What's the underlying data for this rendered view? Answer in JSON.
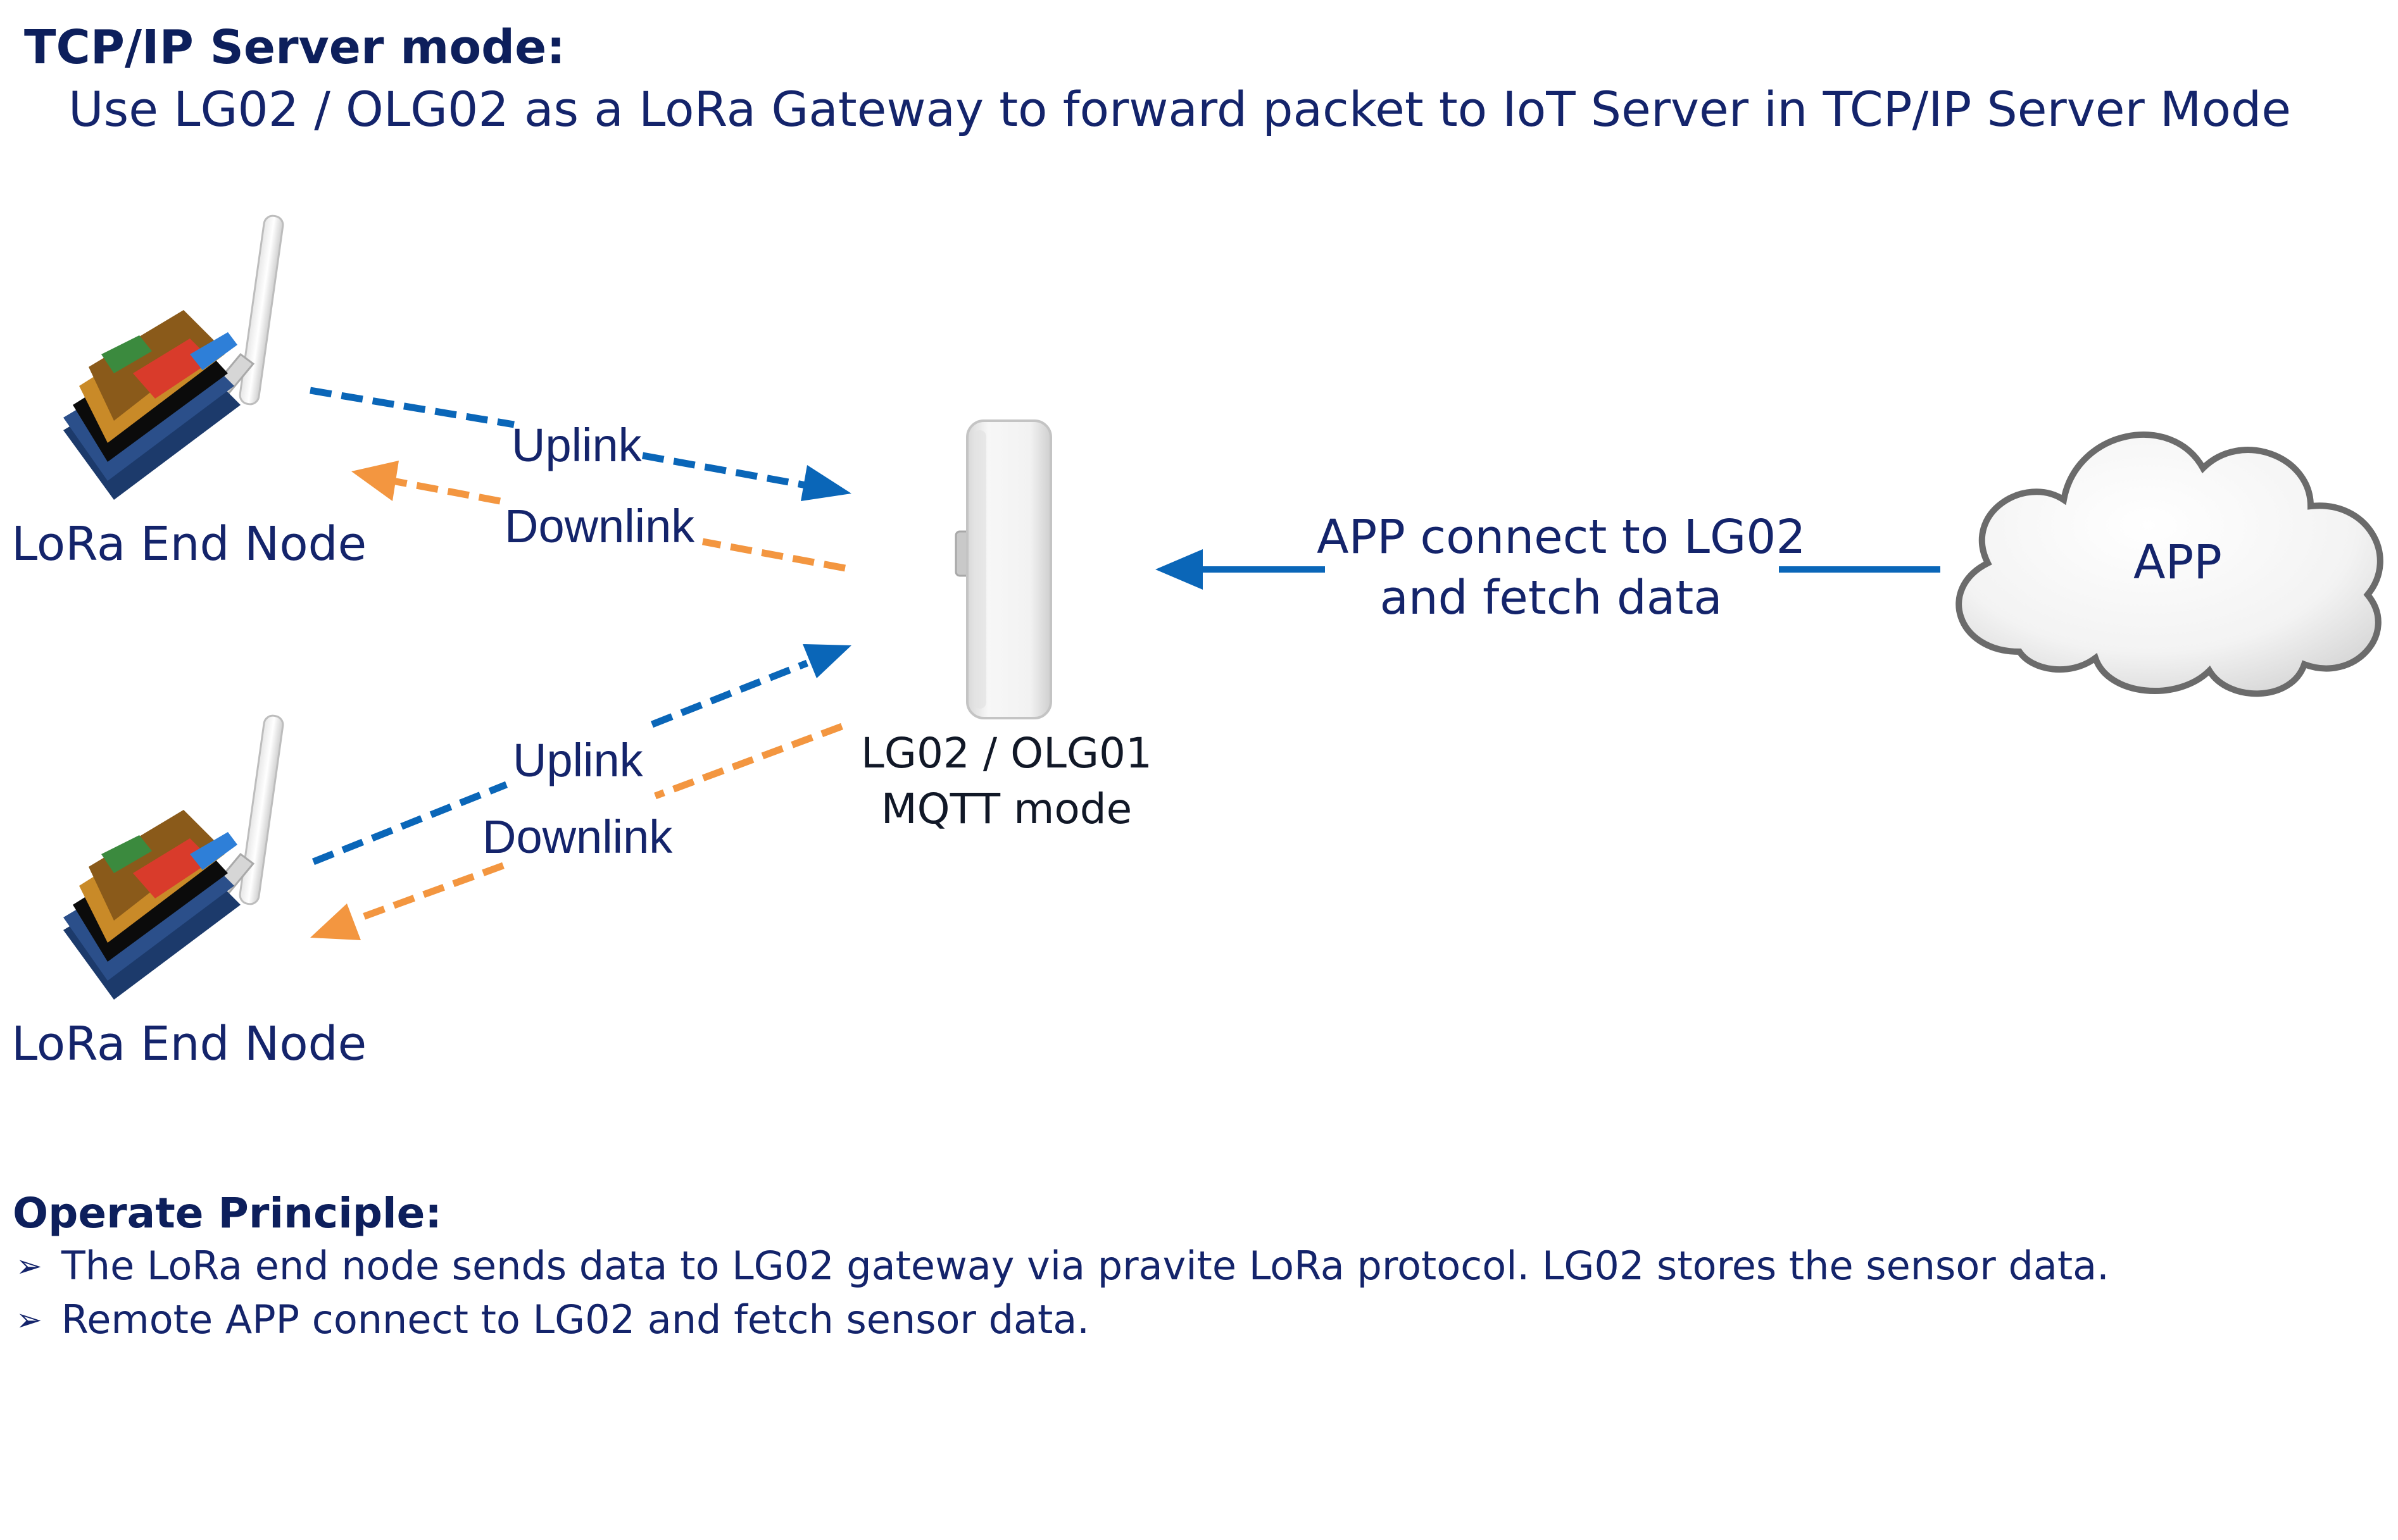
{
  "header": {
    "title": "TCP/IP Server mode:",
    "subtitle": "Use LG02 / OLG02 as a LoRa Gateway to forward packet to IoT Server in TCP/IP Server Mode"
  },
  "nodes": [
    {
      "label": "LoRa End Node"
    },
    {
      "label": "LoRa End Node"
    }
  ],
  "links": {
    "top_uplink": "Uplink",
    "top_downlink": "Downlink",
    "bottom_uplink": "Uplink",
    "bottom_downlink": "Downlink"
  },
  "gateway": {
    "line1": "LG02 / OLG01",
    "line2": "MQTT mode"
  },
  "app_connection": {
    "line1": "APP connect to LG02",
    "line2": "and fetch data"
  },
  "cloud": {
    "label": "APP"
  },
  "principle": {
    "title": "Operate Principle:",
    "bullets": [
      "The LoRa end node sends data to LG02 gateway via pravite LoRa protocol. LG02 stores the sensor data.",
      "Remote APP connect to LG02 and fetch sensor data."
    ]
  },
  "colors": {
    "uplink": "#0a66b8",
    "downlink": "#f39640",
    "heading": "#0d1f5c",
    "text": "#14246b"
  }
}
